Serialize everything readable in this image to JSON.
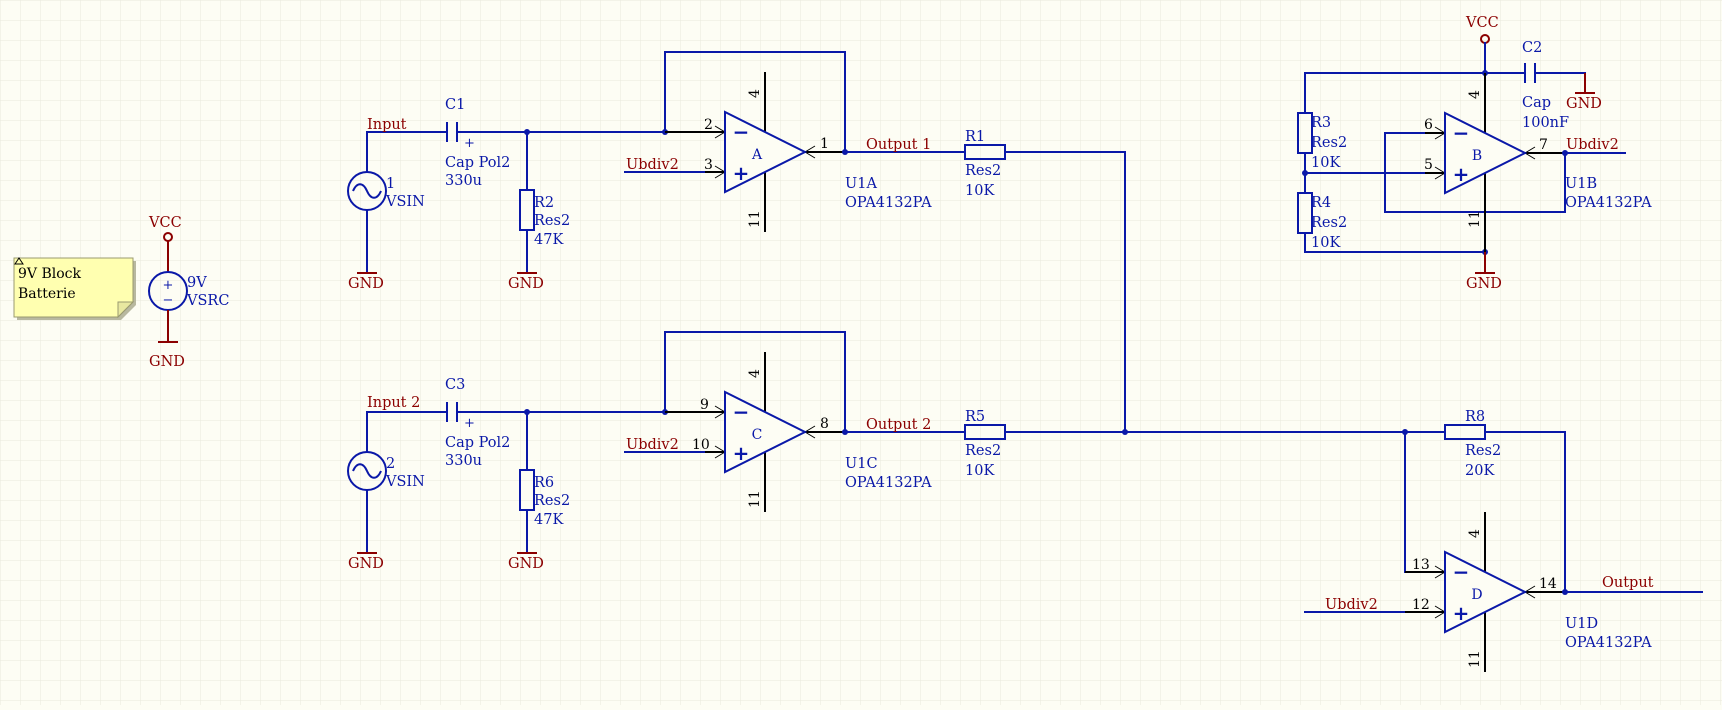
{
  "colors": {
    "background": "#fdfdf4",
    "grid": "#e9e9dd",
    "wire": "#0a18a8",
    "power": "#8b0000",
    "pin": "#000000",
    "note": "#ffffb0"
  },
  "note": {
    "line1": "9V Block",
    "line2": "Batterie"
  },
  "battery": {
    "power_label": "VCC",
    "value": "9V",
    "model": "VSRC",
    "gnd_label": "GND"
  },
  "power": {
    "vcc": "VCC",
    "gnd": "GND"
  },
  "nets": {
    "input1": "Input",
    "input2": "Input  2",
    "output1": "Output  1",
    "output2": "Output  2",
    "ubdiv2": "Ubdiv2",
    "output": "Output"
  },
  "sources": [
    {
      "designator": "1",
      "model": "VSIN"
    },
    {
      "designator": "2",
      "model": "VSIN"
    }
  ],
  "capacitors": [
    {
      "designator": "C1",
      "type": "Cap Pol2",
      "value": "330u"
    },
    {
      "designator": "C3",
      "type": "Cap Pol2",
      "value": "330u"
    },
    {
      "designator": "C2",
      "type": "Cap",
      "value": "100nF"
    }
  ],
  "resistors": [
    {
      "designator": "R2",
      "type": "Res2",
      "value": "47K"
    },
    {
      "designator": "R6",
      "type": "Res2",
      "value": "47K"
    },
    {
      "designator": "R1",
      "type": "Res2",
      "value": "10K"
    },
    {
      "designator": "R5",
      "type": "Res2",
      "value": "10K"
    },
    {
      "designator": "R3",
      "type": "Res2",
      "value": "10K"
    },
    {
      "designator": "R4",
      "type": "Res2",
      "value": "10K"
    },
    {
      "designator": "R8",
      "type": "Res2",
      "value": "20K"
    }
  ],
  "opamps": [
    {
      "unit": "A",
      "designator": "U1A",
      "part": "OPA4132PA",
      "pin_inv": "2",
      "pin_noninv": "3",
      "pin_out": "1",
      "pin_vpos": "4",
      "pin_vneg": "11"
    },
    {
      "unit": "C",
      "designator": "U1C",
      "part": "OPA4132PA",
      "pin_inv": "9",
      "pin_noninv": "10",
      "pin_out": "8",
      "pin_vpos": "4",
      "pin_vneg": "11"
    },
    {
      "unit": "B",
      "designator": "U1B",
      "part": "OPA4132PA",
      "pin_inv": "6",
      "pin_noninv": "5",
      "pin_out": "7",
      "pin_vpos": "4",
      "pin_vneg": "11"
    },
    {
      "unit": "D",
      "designator": "U1D",
      "part": "OPA4132PA",
      "pin_inv": "13",
      "pin_noninv": "12",
      "pin_out": "14",
      "pin_vpos": "4",
      "pin_vneg": "11"
    }
  ],
  "symbols": {
    "minus": "−",
    "plus": "+",
    "battery_plus": "+",
    "battery_minus": "−"
  }
}
